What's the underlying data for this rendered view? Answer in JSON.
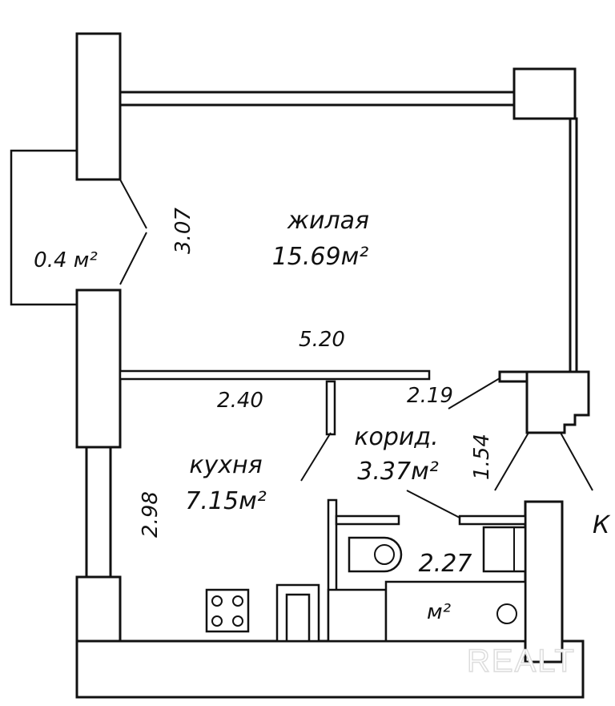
{
  "rooms": {
    "living": {
      "name": "жилая",
      "area": "15.69м²"
    },
    "balcony": {
      "area": "0.4 м²"
    },
    "kitchen": {
      "name": "кухня",
      "area": "7.15м²"
    },
    "corridor": {
      "name": "корид.",
      "area": "3.37м²"
    },
    "bathroom": {
      "area": "м²"
    }
  },
  "dimensions": {
    "living_width": "5.20",
    "living_depth": "3.07",
    "kitchen_width": "2.40",
    "kitchen_depth": "2.98",
    "corridor_width": "2.19",
    "corridor_depth": "1.54",
    "bath_width": "2.27"
  },
  "edge_label": "К",
  "watermark": "REALT"
}
